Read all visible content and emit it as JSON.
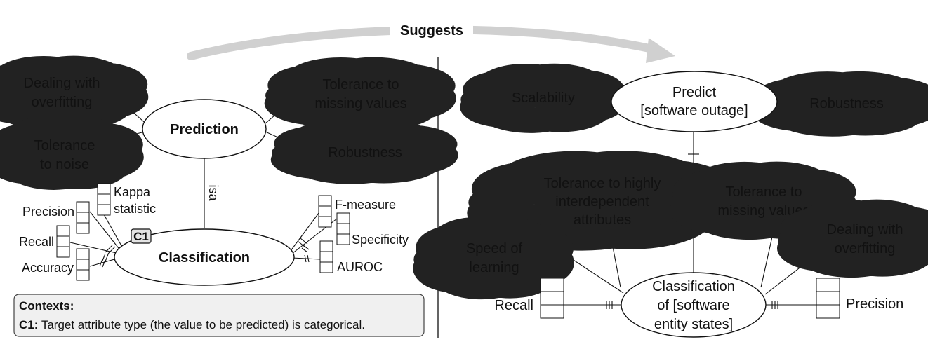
{
  "arrow": {
    "label": "Suggests"
  },
  "left": {
    "entities": {
      "prediction": "Prediction",
      "classification": "Classification"
    },
    "relation_label": "isa",
    "context_badge": "C1",
    "clouds": {
      "overfitting": [
        "Dealing with",
        "overfitting"
      ],
      "noise": [
        "Tolerance",
        "to noise"
      ],
      "missing": [
        "Tolerance to",
        "missing values"
      ],
      "robustness": [
        "Robustness"
      ]
    },
    "metrics": {
      "kappa": [
        "Kappa",
        "statistic"
      ],
      "precision": "Precision",
      "recall": "Recall",
      "accuracy": "Accuracy",
      "fmeasure": "F-measure",
      "specificity": "Specificity",
      "auroc": "AUROC"
    },
    "contexts": {
      "title": "Contexts:",
      "c1_label": "C1:",
      "c1_text": " Target attribute type (the value to be predicted) is categorical."
    }
  },
  "right": {
    "entities": {
      "predict": [
        "Predict",
        "[software outage]"
      ],
      "classification": [
        "Classification",
        "of [software",
        "entity states]"
      ]
    },
    "clouds": {
      "scalability": [
        "Scalability"
      ],
      "robustness": [
        "Robustness"
      ],
      "interdependent": [
        "Tolerance to highly",
        "interdependent",
        "attributes"
      ],
      "missing": [
        "Tolerance to",
        "missing values"
      ],
      "speed": [
        "Speed of",
        "learning"
      ],
      "overfitting": [
        "Dealing with",
        "overfitting"
      ]
    },
    "metrics": {
      "recall": "Recall",
      "precision": "Precision"
    }
  }
}
